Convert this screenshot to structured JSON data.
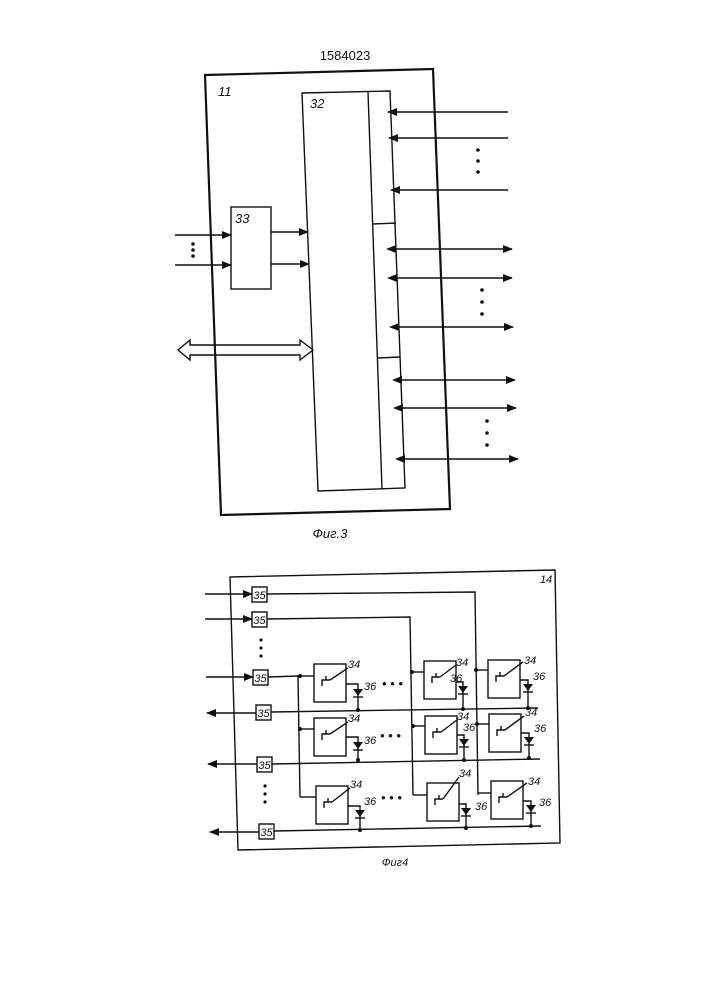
{
  "patent_number": "1584023",
  "fig3": {
    "caption": "Фиг.3",
    "labels": {
      "outer": "11",
      "main": "32",
      "small": "33"
    }
  },
  "fig4": {
    "caption": "Фиг4",
    "block_label": "14",
    "label_35": "35",
    "label_34": "34",
    "label_36": "36"
  }
}
